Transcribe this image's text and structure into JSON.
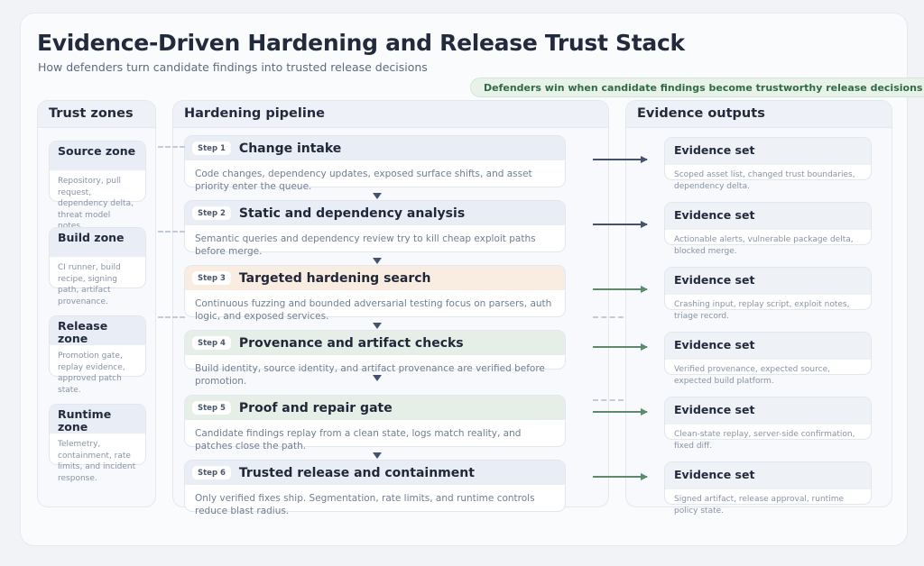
{
  "header": {
    "title": "Evidence-Driven Hardening and Release Trust Stack",
    "subtitle": "How defenders turn candidate findings into trusted release decisions",
    "badge": "Defenders win when candidate findings become trustworthy release decisions"
  },
  "colors": {
    "canvas": "#fafbfd",
    "page_bg": "#f1f3f7",
    "accent_green": "#5d8a6b",
    "accent_slate": "#44536c",
    "badge_bg": "#e8f2e9",
    "badge_text": "#2f6b44",
    "head_blue": "#e8edf6",
    "head_orange": "#f9ece0",
    "head_green": "#e6efe7"
  },
  "columns": {
    "zones_title": "Trust zones",
    "pipeline_title": "Hardening pipeline",
    "outputs_title": "Evidence outputs"
  },
  "zones": [
    {
      "name": "Source zone",
      "desc": "Repository, pull request, dependency delta, threat model notes."
    },
    {
      "name": "Build zone",
      "desc": "CI runner, build recipe, signing path, artifact provenance."
    },
    {
      "name": "Release zone",
      "desc": "Promotion gate, replay evidence, approved patch state."
    },
    {
      "name": "Runtime zone",
      "desc": "Telemetry, containment, rate limits, and incident response."
    }
  ],
  "steps": [
    {
      "badge": "Step 1",
      "title": "Change intake",
      "desc": "Code changes, dependency updates, exposed surface shifts, and asset priority enter the queue.",
      "tone": "blue"
    },
    {
      "badge": "Step 2",
      "title": "Static and dependency analysis",
      "desc": "Semantic queries and dependency review try to kill cheap exploit paths before merge.",
      "tone": "blue"
    },
    {
      "badge": "Step 3",
      "title": "Targeted hardening search",
      "desc": "Continuous fuzzing and bounded adversarial testing focus on parsers, auth logic, and exposed services.",
      "tone": "orange"
    },
    {
      "badge": "Step 4",
      "title": "Provenance and artifact checks",
      "desc": "Build identity, source identity, and artifact provenance are verified before promotion.",
      "tone": "green"
    },
    {
      "badge": "Step 5",
      "title": "Proof and repair gate",
      "desc": "Candidate findings replay from a clean state, logs match reality, and patches close the path.",
      "tone": "green"
    },
    {
      "badge": "Step 6",
      "title": "Trusted release and containment",
      "desc": "Only verified fixes ship. Segmentation, rate limits, and runtime controls reduce blast radius.",
      "tone": "blue"
    }
  ],
  "outputs": [
    {
      "title": "Evidence set",
      "desc": "Scoped asset list, changed trust boundaries, dependency delta."
    },
    {
      "title": "Evidence set",
      "desc": "Actionable alerts, vulnerable package delta, blocked merge."
    },
    {
      "title": "Evidence set",
      "desc": "Crashing input, replay script, exploit notes, triage record."
    },
    {
      "title": "Evidence set",
      "desc": "Verified provenance, expected source, expected build platform."
    },
    {
      "title": "Evidence set",
      "desc": "Clean-state replay, server-side confirmation, fixed diff."
    },
    {
      "title": "Evidence set",
      "desc": "Signed artifact, release approval, runtime policy state."
    }
  ]
}
